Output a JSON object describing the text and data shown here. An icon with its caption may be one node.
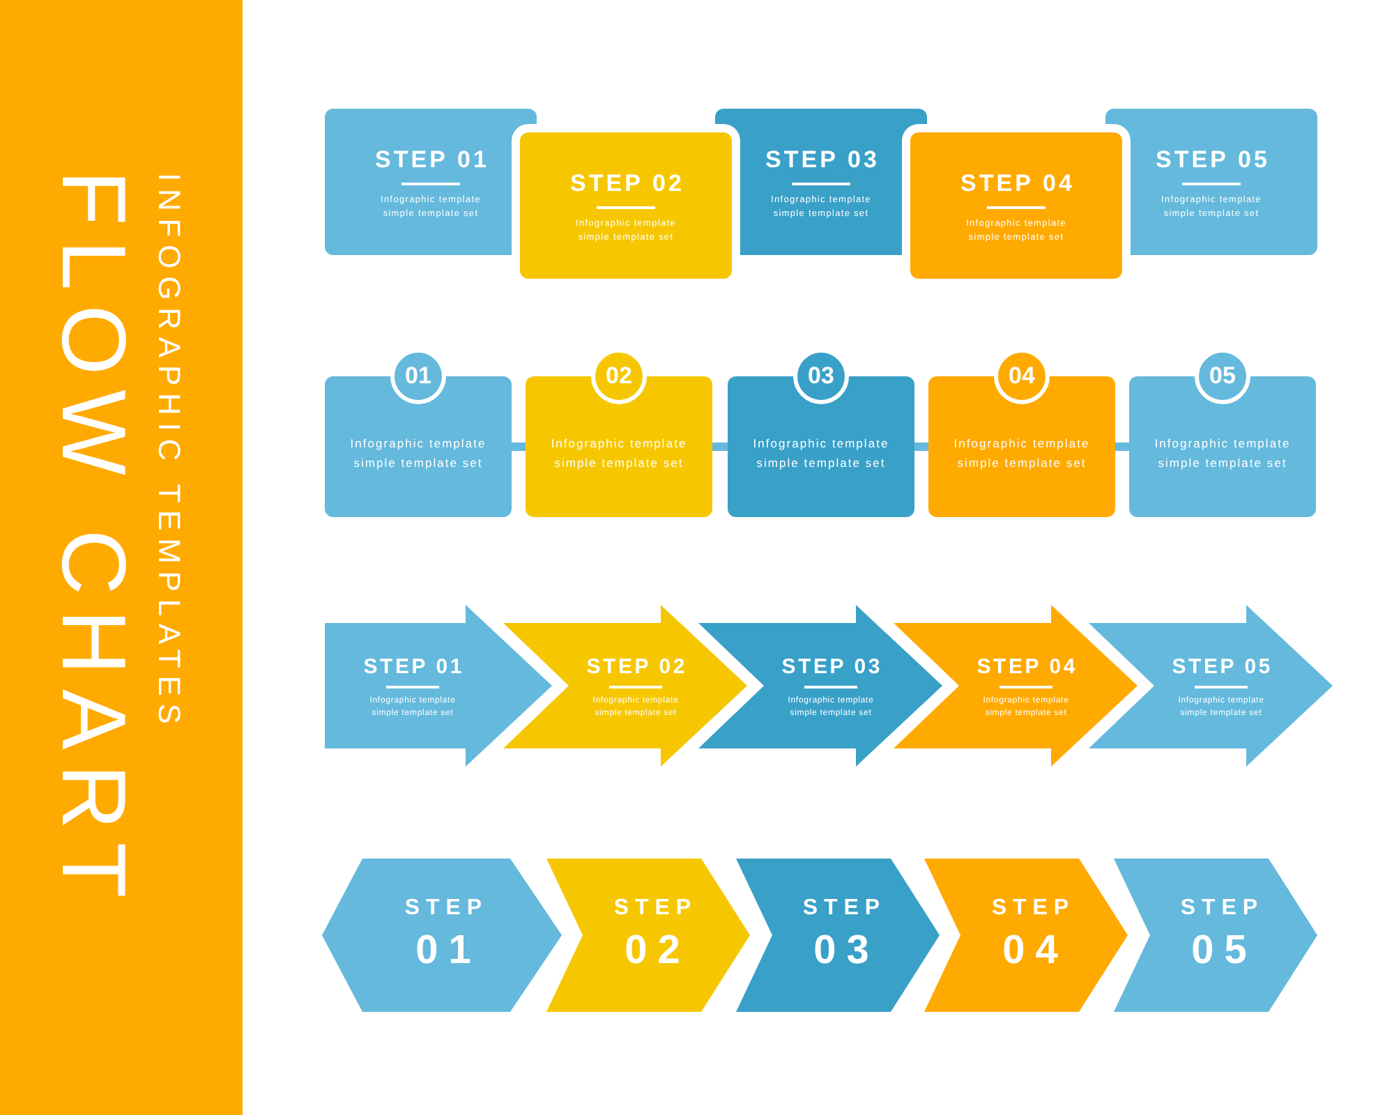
{
  "diagram": {
    "title": "FLOW CHART",
    "labels": [
      "INFOGRAPHIC TEMPLATES"
    ],
    "nodes": [
      {
        "text": [
          "STEP 01",
          "Infographic template simple template set"
        ]
      },
      {
        "text": [
          "STEP 02",
          "Infographic template simple template set"
        ]
      },
      {
        "text": [
          "STEP 03",
          "Infographic template simple template set"
        ]
      },
      {
        "text": [
          "STEP 04",
          "Infographic template simple template set"
        ]
      },
      {
        "text": [
          "STEP 05",
          "Infographic template simple template set"
        ]
      },
      {
        "text": [
          "01",
          "Infographic template simple template set"
        ]
      },
      {
        "text": [
          "02",
          "Infographic template simple template set"
        ]
      },
      {
        "text": [
          "03",
          "Infographic template simple template set"
        ]
      },
      {
        "text": [
          "04",
          "Infographic template simple template set"
        ]
      },
      {
        "text": [
          "05",
          "Infographic template simple template set"
        ]
      },
      {
        "text": [
          "STEP 01",
          "Infographic template simple template set"
        ]
      },
      {
        "text": [
          "STEP 02",
          "Infographic template simple template set"
        ]
      },
      {
        "text": [
          "STEP 03",
          "Infographic template simple template set"
        ]
      },
      {
        "text": [
          "STEP 04",
          "Infographic template simple template set"
        ]
      },
      {
        "text": [
          "STEP 05",
          "Infographic template simple template set"
        ]
      },
      {
        "text": [
          "STEP",
          "01"
        ]
      },
      {
        "text": [
          "STEP",
          "02"
        ]
      },
      {
        "text": [
          "STEP",
          "03"
        ]
      },
      {
        "text": [
          "STEP",
          "04"
        ]
      },
      {
        "text": [
          "STEP",
          "05"
        ]
      }
    ],
    "edges": [
      {
        "from": 5,
        "to": 6,
        "arrow": "none"
      },
      {
        "from": 6,
        "to": 7,
        "arrow": "none"
      },
      {
        "from": 7,
        "to": 8,
        "arrow": "none"
      },
      {
        "from": 8,
        "to": 9,
        "arrow": "none"
      }
    ]
  }
}
